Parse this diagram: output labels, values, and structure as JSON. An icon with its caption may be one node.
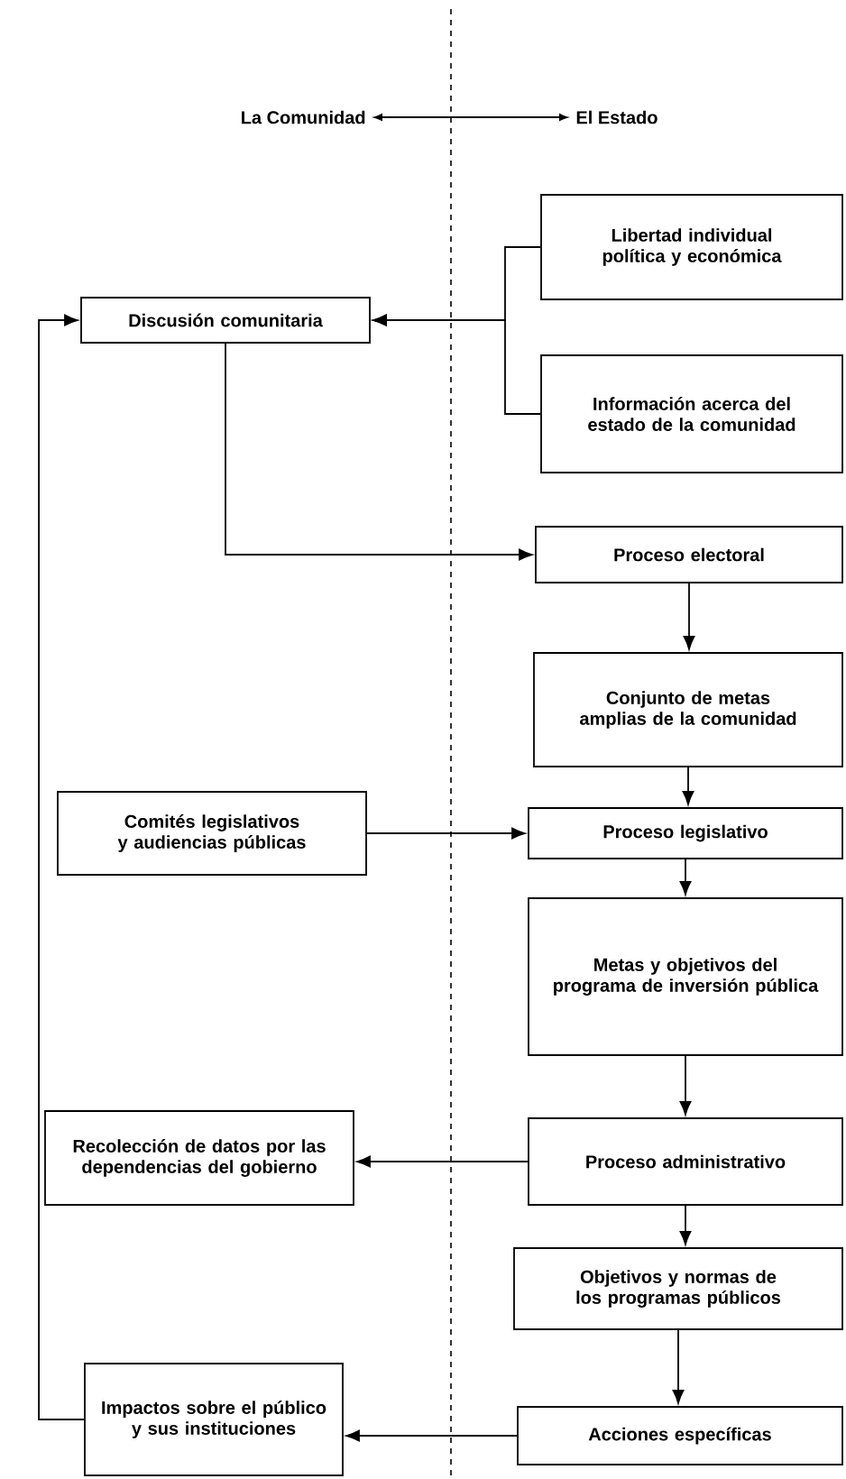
{
  "diagram": {
    "nodes": [
      {
        "text": [
          "Discusión comunitaria"
        ]
      },
      {
        "text": [
          "Libertad individual política y económica"
        ]
      },
      {
        "text": [
          "Información acerca del estado de la comunidad"
        ]
      },
      {
        "text": [
          "Proceso electoral"
        ]
      },
      {
        "text": [
          "Conjunto de metas amplias de la comunidad"
        ]
      },
      {
        "text": [
          "Comités legislativos y audiencias públicas"
        ]
      },
      {
        "text": [
          "Proceso legislativo"
        ]
      },
      {
        "text": [
          "Metas y objetivos del programa de inversión pública"
        ]
      },
      {
        "text": [
          "Recolección de datos por las dependencias del gobierno"
        ]
      },
      {
        "text": [
          "Proceso administrativo"
        ]
      },
      {
        "text": [
          "Objetivos y normas de los programas públicos"
        ]
      },
      {
        "text": [
          "Impactos sobre el público y sus instituciones"
        ]
      },
      {
        "text": [
          "Acciones específicas"
        ]
      }
    ],
    "edges": [
      {
        "from": 1,
        "to": 0,
        "arrow": "to"
      },
      {
        "from": 2,
        "to": 0,
        "arrow": "to"
      },
      {
        "from": 0,
        "to": 3,
        "arrow": "to"
      },
      {
        "from": 3,
        "to": 4,
        "arrow": "to"
      },
      {
        "from": 4,
        "to": 6,
        "arrow": "to"
      },
      {
        "from": 5,
        "to": 6,
        "arrow": "to"
      },
      {
        "from": 6,
        "to": 7,
        "arrow": "to"
      },
      {
        "from": 7,
        "to": 9,
        "arrow": "to"
      },
      {
        "from": 9,
        "to": 8,
        "arrow": "to"
      },
      {
        "from": 9,
        "to": 10,
        "arrow": "to"
      },
      {
        "from": 10,
        "to": 12,
        "arrow": "to"
      },
      {
        "from": 12,
        "to": 11,
        "arrow": "to"
      },
      {
        "from": 11,
        "to": 0,
        "arrow": "to"
      }
    ],
    "labels": [
      "La Comunidad",
      "El Estado"
    ]
  }
}
